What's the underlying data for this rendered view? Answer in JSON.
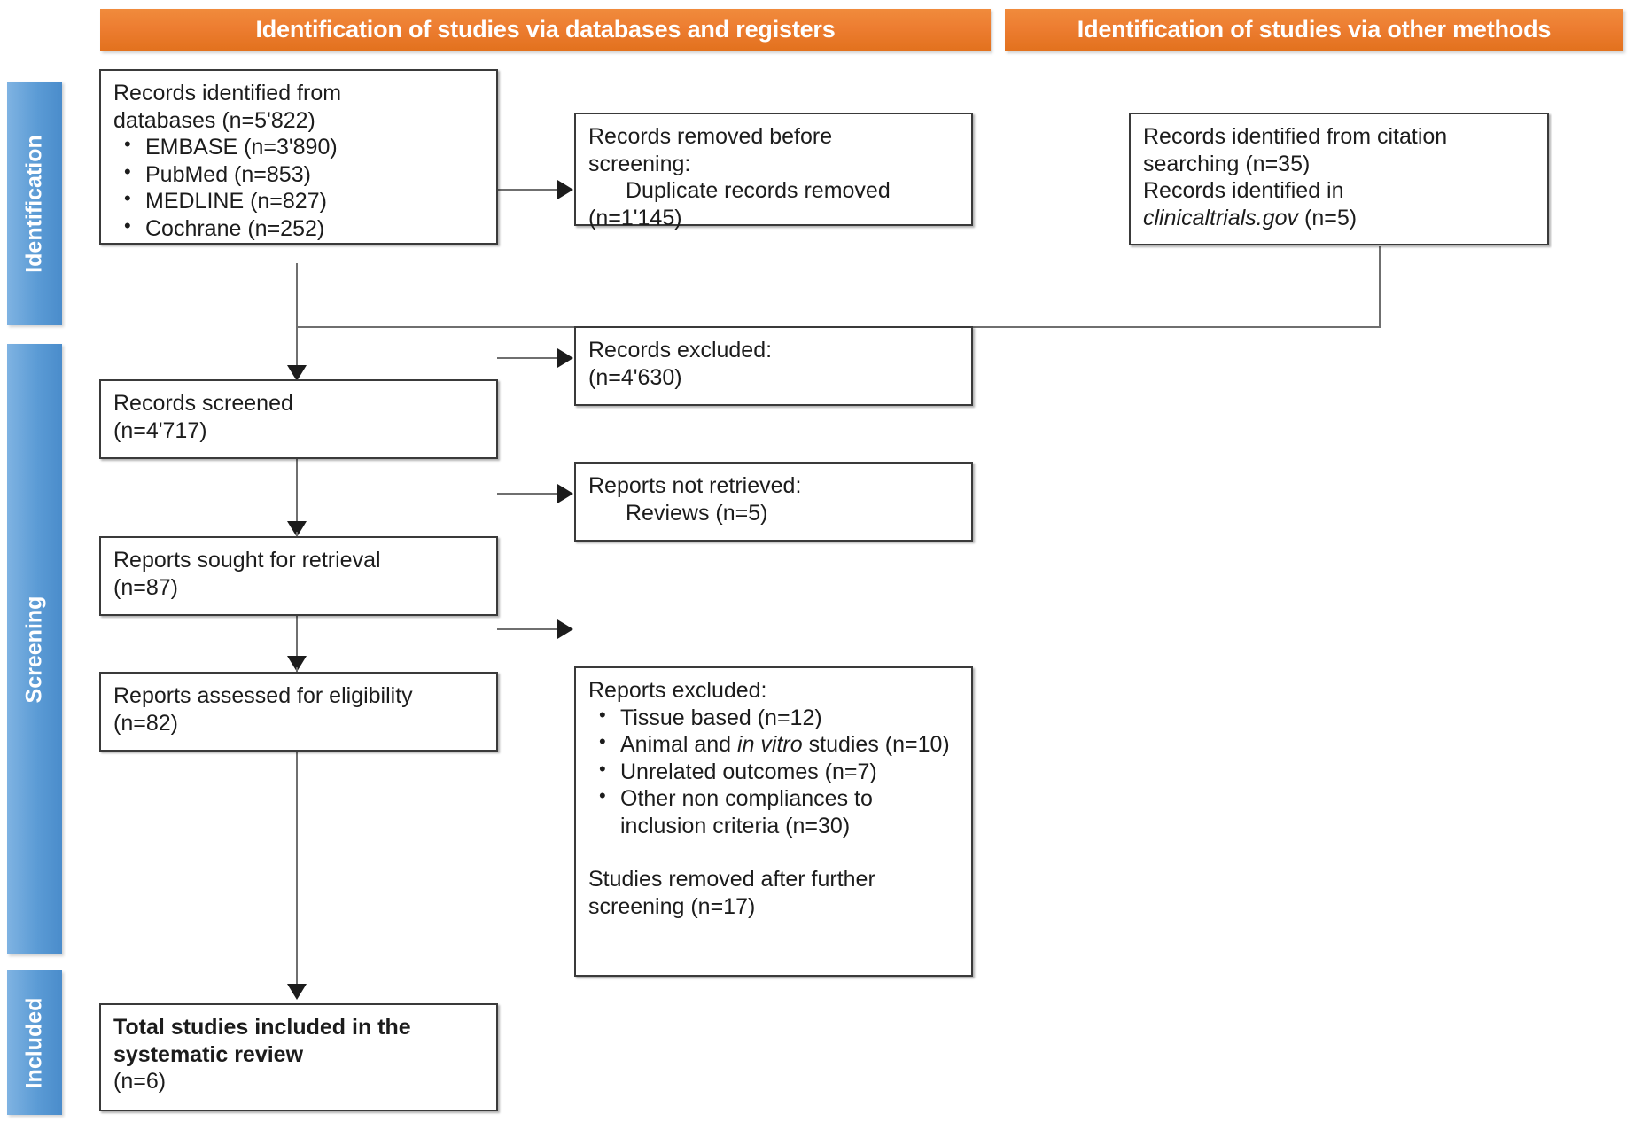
{
  "headers": {
    "databases": "Identification of studies via databases and registers",
    "other_methods": "Identification of studies via other methods"
  },
  "stages": {
    "identification": "Identification",
    "screening": "Screening",
    "included": "Included"
  },
  "boxes": {
    "records_identified": {
      "line1": "Records identified from",
      "line2": "databases (n=5'822)",
      "bullets": [
        "EMBASE (n=3'890)",
        "PubMed (n=853)",
        "MEDLINE (n=827)",
        "Cochrane (n=252)"
      ]
    },
    "records_removed": {
      "line1": "Records removed before",
      "line2": "screening:",
      "line3": "Duplicate records removed",
      "line4": "(n=1'145)"
    },
    "citation_searching": {
      "line1": "Records identified from citation",
      "line2": "searching (n=35)",
      "line3": "Records identified in",
      "line4_italic": "clinicaltrials.gov",
      "line4_rest": " (n=5)"
    },
    "records_screened": {
      "line1": "Records screened",
      "line2": "(n=4'717)"
    },
    "records_excluded": {
      "line1": "Records excluded:",
      "line2": "(n=4'630)"
    },
    "reports_sought": {
      "line1": "Reports sought for retrieval",
      "line2": "(n=87)"
    },
    "reports_not_retrieved": {
      "line1": "Reports not retrieved:",
      "line2": "Reviews (n=5)"
    },
    "reports_assessed": {
      "line1": "Reports assessed for eligibility",
      "line2": "(n=82)"
    },
    "reports_excluded": {
      "heading": "Reports excluded:",
      "bullets": [
        {
          "pre": "Tissue based (n=12)",
          "italic": "",
          "post": ""
        },
        {
          "pre": "Animal and ",
          "italic": "in vitro",
          "post": " studies (n=10)"
        },
        {
          "pre": "Unrelated outcomes (n=7)",
          "italic": "",
          "post": ""
        },
        {
          "pre": "Other non compliances to inclusion criteria (n=30)",
          "italic": "",
          "post": ""
        }
      ],
      "footer_line1": "Studies removed after further",
      "footer_line2": "screening (n=17)"
    },
    "total_included": {
      "line1": "Total studies included in the",
      "line2": "systematic review",
      "line3": "(n=6)"
    }
  },
  "colors": {
    "orange": "#ED7D31",
    "blue": "#5B9BD5",
    "box_border": "#3a3a3a",
    "connector": "#6f6f6f",
    "text": "#1c1c1c"
  }
}
